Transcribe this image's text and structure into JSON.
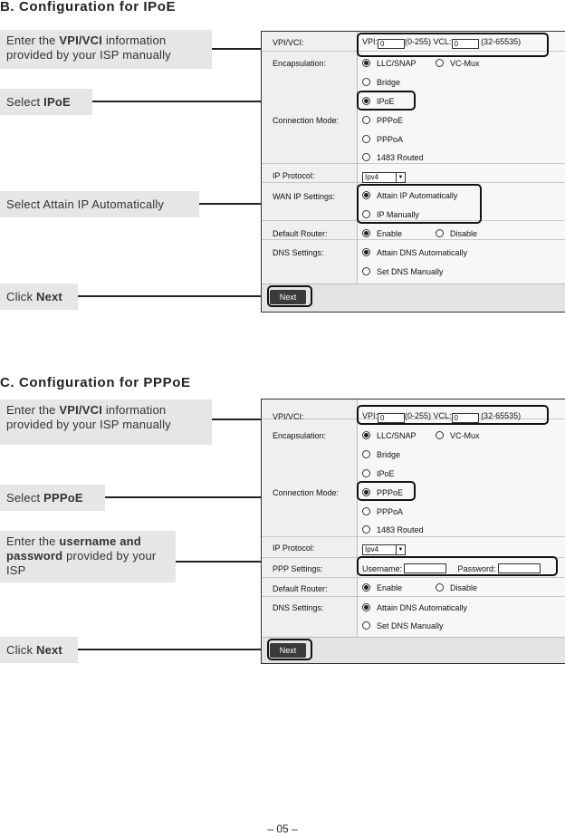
{
  "section_b": {
    "title": "B. Configuration for IPoE",
    "callouts": {
      "vpi": {
        "pre": "Enter the ",
        "bold": "VPI/VCI",
        "post": " information provided by your ISP manually"
      },
      "select": {
        "pre": "Select  ",
        "bold": "IPoE"
      },
      "attain": {
        "text": "Select Attain IP Automatically"
      },
      "click": {
        "pre": "Click ",
        "bold": "Next"
      }
    },
    "form": {
      "vpivci_label": "VPI/VCI:",
      "vpi_prefix": "VPI:",
      "vpi_value": "0",
      "vpi_range": "(0-255) VCL:",
      "vcl_value": "0",
      "vcl_range": "(32-65535)",
      "encap_label": "Encapsulation:",
      "llc": "LLC/SNAP",
      "vcmux": "VC-Mux",
      "conn_label": "Connection Mode:",
      "modes": [
        "Bridge",
        "IPoE",
        "PPPoE",
        "PPPoA",
        "1483 Routed"
      ],
      "ipproto_label": "IP Protocol:",
      "ipproto_value": "Ipv4",
      "wanip_label": "WAN IP Settings:",
      "attain_ip": "Attain IP Automatically",
      "ip_manually": "IP Manually",
      "router_label": "Default Router:",
      "enable": "Enable",
      "disable": "Disable",
      "dns_label": "DNS Settings:",
      "attain_dns": "Attain DNS Automatically",
      "set_dns": "Set DNS Manually",
      "next": "Next"
    }
  },
  "section_c": {
    "title": "C. Configuration for PPPoE",
    "callouts": {
      "vpi": {
        "pre": "Enter the ",
        "bold": "VPI/VCI",
        "post": " information provided by your ISP manually"
      },
      "select": {
        "pre": "Select  ",
        "bold": "PPPoE"
      },
      "user": {
        "pre": "Enter the ",
        "bold": "username and password",
        "post": " provided by your ISP"
      },
      "click": {
        "pre": "Click ",
        "bold": "Next"
      }
    },
    "form": {
      "vpivci_label": "VPI/VCI:",
      "vpi_prefix": "VPI:",
      "vpi_value": "0",
      "vpi_range": "(0-255) VCL:",
      "vcl_value": "0",
      "vcl_range": "(32-65535)",
      "encap_label": "Encapsulation:",
      "llc": "LLC/SNAP",
      "vcmux": "VC-Mux",
      "conn_label": "Connection Mode:",
      "modes": [
        "Bridge",
        "IPoE",
        "PPPoE",
        "PPPoA",
        "1483 Routed"
      ],
      "ipproto_label": "IP Protocol:",
      "ipproto_value": "Ipv4",
      "ppp_label": "PPP Settings:",
      "username": "Username:",
      "password": "Password:",
      "router_label": "Default Router:",
      "enable": "Enable",
      "disable": "Disable",
      "dns_label": "DNS Settings:",
      "attain_dns": "Attain DNS Automatically",
      "set_dns": "Set DNS Manually",
      "next": "Next"
    }
  },
  "page_number": "– 05 –"
}
